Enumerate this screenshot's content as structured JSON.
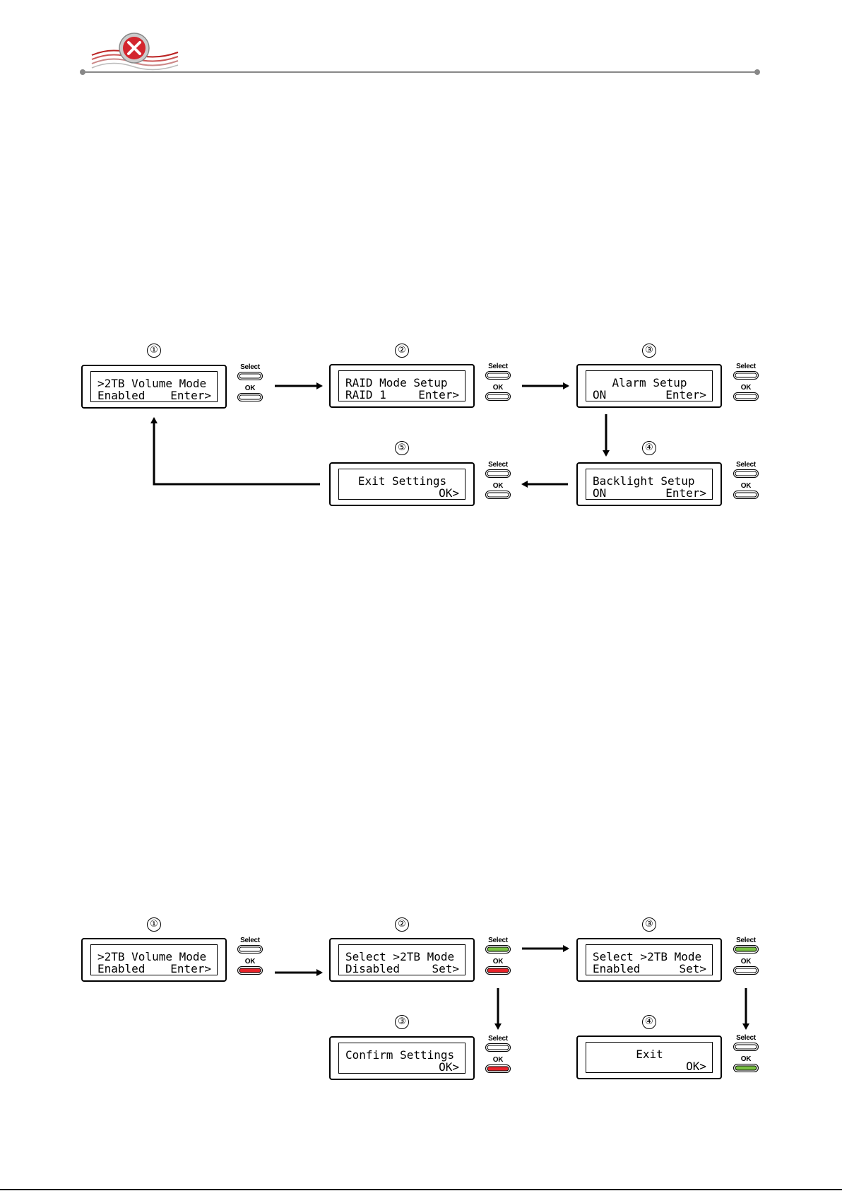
{
  "diagram1": {
    "steps": [
      {
        "num": "①",
        "line1": ">2TB Volume Mode",
        "line2_left": "Enabled",
        "line2_right": "Enter>",
        "select": "white",
        "ok": "white"
      },
      {
        "num": "②",
        "line1": "RAID Mode Setup",
        "line2_left": "RAID 1",
        "line2_right": "Enter>",
        "select": "white",
        "ok": "white"
      },
      {
        "num": "③",
        "line1": "Alarm Setup",
        "line2_left": "ON",
        "line2_right": "Enter>",
        "select": "white",
        "ok": "white"
      },
      {
        "num": "④",
        "line1": "Backlight Setup",
        "line2_left": "ON",
        "line2_right": "Enter>",
        "select": "white",
        "ok": "white"
      },
      {
        "num": "⑤",
        "line1": "Exit Settings",
        "line2_left": "",
        "line2_right": "OK>",
        "select": "white",
        "ok": "white"
      }
    ]
  },
  "diagram2": {
    "steps": [
      {
        "num": "①",
        "line1": ">2TB Volume Mode",
        "line2_left": "Enabled",
        "line2_right": "Enter>",
        "select": "white",
        "ok": "red"
      },
      {
        "num": "②",
        "line1": "Select >2TB Mode",
        "line2_left": "Disabled",
        "line2_right": "Set>",
        "select": "green",
        "ok": "red"
      },
      {
        "num": "③",
        "line1": "Select >2TB Mode",
        "line2_left": "Enabled",
        "line2_right": "Set>",
        "select": "green",
        "ok": "white"
      },
      {
        "num": "③",
        "line1": "Confirm Settings",
        "line2_left": "",
        "line2_right": "OK>",
        "select": "white",
        "ok": "red"
      },
      {
        "num": "④",
        "line1": "Exit",
        "line2_left": "",
        "line2_right": "OK>",
        "select": "white",
        "ok": "green"
      }
    ]
  },
  "buttons": {
    "select_label": "Select",
    "ok_label": "OK"
  },
  "colors": {
    "red": "#e8232a",
    "green": "#7ac143"
  },
  "icons": {
    "logo": "red-x-shield-logo-icon"
  }
}
